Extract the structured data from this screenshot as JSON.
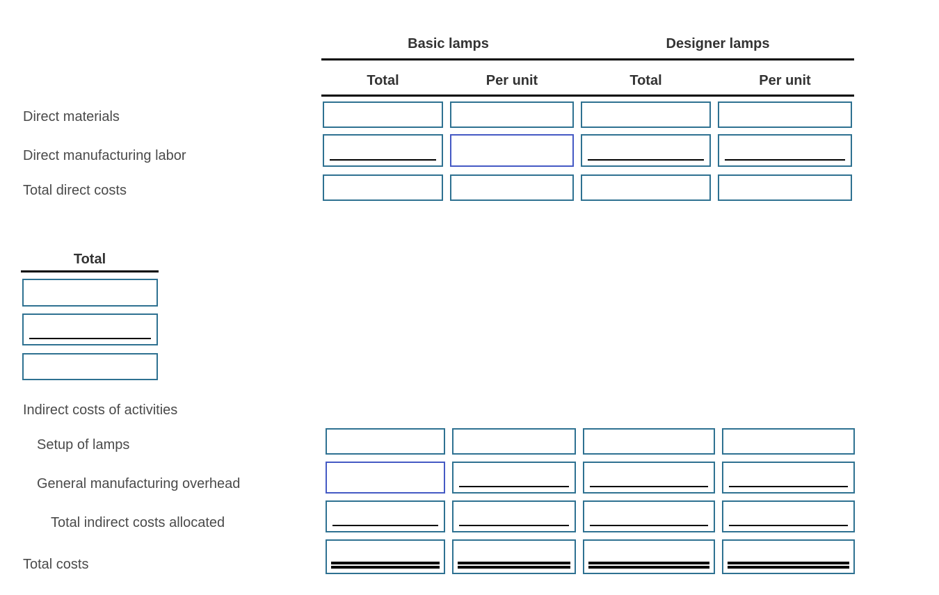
{
  "top_table": {
    "group_headers": [
      {
        "label": "Basic lamps"
      },
      {
        "label": "Designer lamps"
      }
    ],
    "col_headers": [
      {
        "label": "Total"
      },
      {
        "label": "Per unit"
      },
      {
        "label": "Total"
      },
      {
        "label": "Per unit"
      }
    ],
    "rows": [
      {
        "label": "Direct materials",
        "cells": [
          "plain",
          "plain",
          "plain",
          "plain"
        ],
        "values": [
          "",
          "",
          "",
          ""
        ]
      },
      {
        "label": "Direct manufacturing labor",
        "cells": [
          "underline",
          "focused",
          "underline",
          "underline"
        ],
        "values": [
          "",
          "",
          "",
          ""
        ]
      },
      {
        "label": "Total direct costs",
        "cells": [
          "plain",
          "plain",
          "plain",
          "plain"
        ],
        "values": [
          "",
          "",
          "",
          ""
        ]
      }
    ]
  },
  "middle_table": {
    "header": "Total",
    "cells": [
      "plain",
      "underline",
      "plain"
    ],
    "values": [
      "",
      "",
      ""
    ]
  },
  "bottom_table": {
    "section_label": "Indirect costs of activities",
    "rows": [
      {
        "label": "Setup of lamps",
        "cells": [
          "plain",
          "plain",
          "plain",
          "plain"
        ],
        "values": [
          "",
          "",
          "",
          ""
        ]
      },
      {
        "label": "General manufacturing overhead",
        "cells": [
          "focused",
          "underline",
          "underline",
          "underline"
        ],
        "values": [
          "",
          "",
          "",
          ""
        ]
      },
      {
        "label": "Total indirect costs allocated",
        "cells": [
          "underline",
          "underline",
          "underline",
          "underline"
        ],
        "values": [
          "",
          "",
          "",
          ""
        ]
      },
      {
        "label": "Total costs",
        "cells": [
          "dunderline",
          "dunderline",
          "dunderline",
          "dunderline"
        ],
        "values": [
          "",
          "",
          "",
          ""
        ]
      }
    ]
  },
  "colors": {
    "input_border": "#2e7191",
    "focused_border": "#4459c4",
    "rule": "#000000",
    "label_text": "#4a4a4a",
    "header_text": "#333333"
  }
}
